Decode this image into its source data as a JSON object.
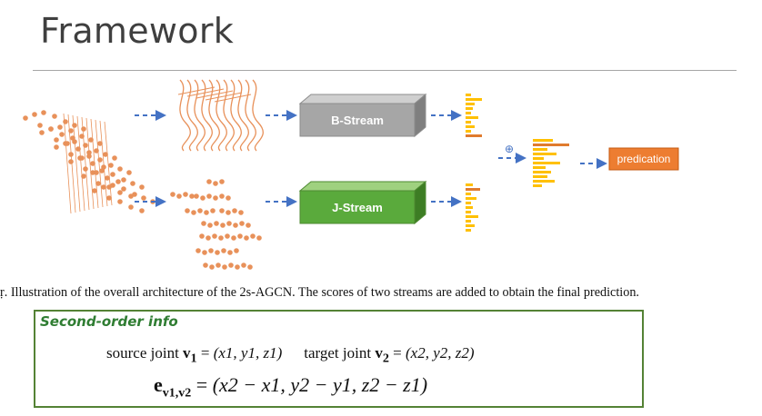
{
  "slide": {
    "title": "Framework"
  },
  "diagram": {
    "b_stream_label": "B-Stream",
    "j_stream_label": "J-Stream",
    "sum_symbol": "⊕",
    "output_label": "predication",
    "colors": {
      "skeleton": "#e8915a",
      "arrow": "#4472c4",
      "b_stream_box": "#a6a6a6",
      "j_stream_box": "#5aaa3c",
      "score_bars": "#ffc000",
      "score_top_bar": "#e07b2e",
      "output_box": "#ed7d31"
    }
  },
  "caption": "ṛ. Illustration of the overall architecture of the 2s-AGCN. The scores of two streams are added to obtain the final prediction.",
  "info_box": {
    "title": "Second-order info",
    "line1": {
      "source_text": "source joint ",
      "source_var": "v",
      "source_sub": "1",
      "source_eq": " = ",
      "source_value": "(x1, y1, z1)",
      "target_text": "target joint ",
      "target_var": "v",
      "target_sub": "2",
      "target_eq": " = ",
      "target_value": "(x2, y2, z2)"
    },
    "line2": {
      "lhs": "e",
      "lhs_sub": "v1,v2",
      "eq": " = ",
      "rhs": "(x2 − x1, y2 − y1, z2 − z1)"
    }
  }
}
